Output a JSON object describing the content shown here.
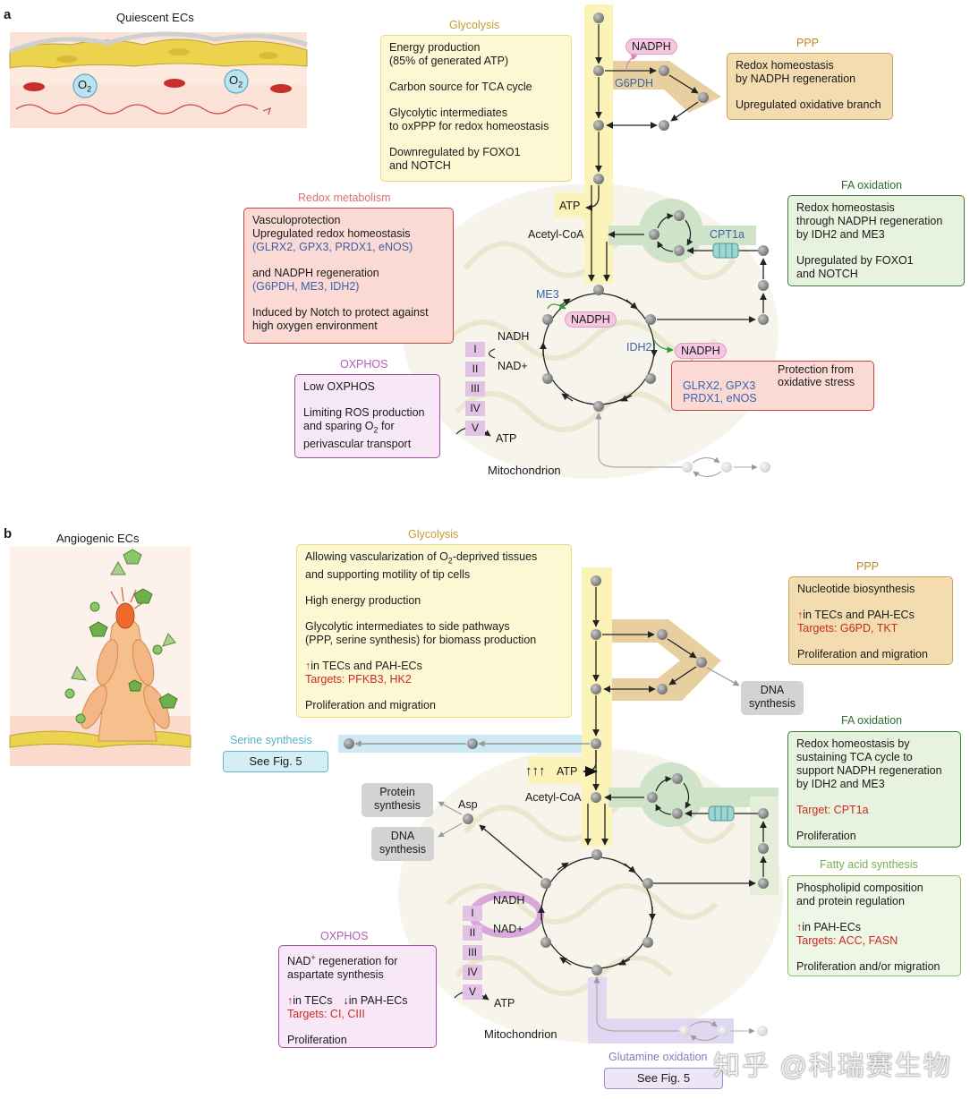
{
  "colors": {
    "glycolysis_band": "#fbf3b8",
    "ppp_band": "#e7cf9f",
    "fa_band": "#cfe3c8",
    "serine_band": "#cdeaf4",
    "glutamine_band": "#e0d8f0",
    "node": "#808080",
    "nadph_pill": "#f4c6df"
  },
  "panel_a": {
    "letter": "a",
    "illustration_title": "Quiescent ECs",
    "o2_label": "O",
    "o2_sub": "2",
    "glycolysis": {
      "title": "Glycolysis",
      "lines": [
        "Energy production\n(85% of generated ATP)",
        "Carbon source for TCA cycle",
        "Glycolytic intermediates\nto oxPPP for redox homeostasis",
        "Downregulated by FOXO1\nand NOTCH"
      ]
    },
    "ppp": {
      "title": "PPP",
      "lines": [
        "Redox homeostasis\nby NADPH regeneration",
        "Upregulated oxidative branch"
      ]
    },
    "fa_oxidation": {
      "title": "FA oxidation",
      "lines": [
        "Redox homeostasis\nthrough NADPH regeneration\nby IDH2 and ME3",
        "Upregulated by FOXO1\nand NOTCH"
      ]
    },
    "redox": {
      "title": "Redox metabolism",
      "l1": "Vasculoprotection",
      "l2": "Upregulated redox homeostasis",
      "l3": "(GLRX2, GPX3, PRDX1, eNOS)",
      "l4": "and NADPH regeneration",
      "l5": "(G6PDH, ME3, IDH2)",
      "l6": "Induced by Notch to protect against\nhigh oxygen environment"
    },
    "oxphos": {
      "title": "OXPHOS",
      "l1": "Low OXPHOS",
      "l2a": "Limiting ROS production\nand sparing O",
      "l2sub": "2",
      "l2b": " for\nperivascular transport"
    },
    "protection": {
      "title": "Protection from\noxidative stress",
      "targets": "GLRX2, GPX3\nPRDX1, eNOS"
    },
    "labels": {
      "nadph_top": "NADPH",
      "g6pdh": "G6PDH",
      "atp": "ATP",
      "acetyl": "Acetyl-CoA",
      "cpt1a": "CPT1a",
      "me3": "ME3",
      "nadph_me3": "NADPH",
      "idh2": "IDH2",
      "nadph_idh2": "NADPH",
      "nadh": "NADH",
      "nad": "NAD+",
      "atp_ox": "ATP",
      "mito": "Mitochondrion"
    },
    "complexes": [
      "I",
      "II",
      "III",
      "IV",
      "V"
    ]
  },
  "panel_b": {
    "letter": "b",
    "illustration_title": "Angiogenic ECs",
    "glycolysis": {
      "title": "Glycolysis",
      "l1a": "Allowing vascularization of O",
      "l1sub": "2",
      "l1b": "-deprived tissues\nand supporting motility of tip cells",
      "l2": "High energy production",
      "l3": "Glycolytic intermediates to side pathways\n(PPP, serine synthesis) for biomass production",
      "l4": "in TECs and PAH-ECs",
      "l5": "Targets: PFKB3, HK2",
      "l6": "Proliferation and migration"
    },
    "ppp": {
      "title": "PPP",
      "l1": "Nucleotide biosynthesis",
      "l2": "in TECs and PAH-ECs",
      "l3": "Targets: G6PD, TKT",
      "l4": "Proliferation and migration"
    },
    "fa_oxidation": {
      "title": "FA oxidation",
      "l1": "Redox homeostasis by\nsustaining TCA cycle to\nsupport NADPH regeneration\nby IDH2 and ME3",
      "l2": "Target: CPT1a",
      "l3": "Proliferation"
    },
    "fa_synthesis": {
      "title": "Fatty acid synthesis",
      "l1": "Phospholipid composition\nand protein regulation",
      "l2": "in PAH-ECs",
      "l3": "Targets: ACC, FASN",
      "l4": "Proliferation and/or migration"
    },
    "oxphos": {
      "title": "OXPHOS",
      "l1a": "NAD",
      "l1sup": "+",
      "l1b": " regeneration for\naspartate synthesis",
      "l2a": "in TECs",
      "l2b": "in PAH-ECs",
      "l3": "Targets: CI, CIII",
      "l4": "Proliferation"
    },
    "serine": {
      "title": "Serine synthesis",
      "see": "See Fig. 5"
    },
    "glutamine": {
      "title": "Glutamine oxidation",
      "see": "See Fig. 5"
    },
    "dna_synthesis": "DNA\nsynthesis",
    "protein_synthesis": "Protein\nsynthesis",
    "dna_synthesis2": "DNA\nsynthesis",
    "labels": {
      "atp": "ATP",
      "acetyl": "Acetyl-CoA",
      "asp": "Asp",
      "nadh": "NADH",
      "nad": "NAD+",
      "atp_ox": "ATP",
      "mito": "Mitochondrion"
    },
    "complexes": [
      "I",
      "II",
      "III",
      "IV",
      "V"
    ]
  },
  "watermark": "知乎 @科瑞赛生物"
}
